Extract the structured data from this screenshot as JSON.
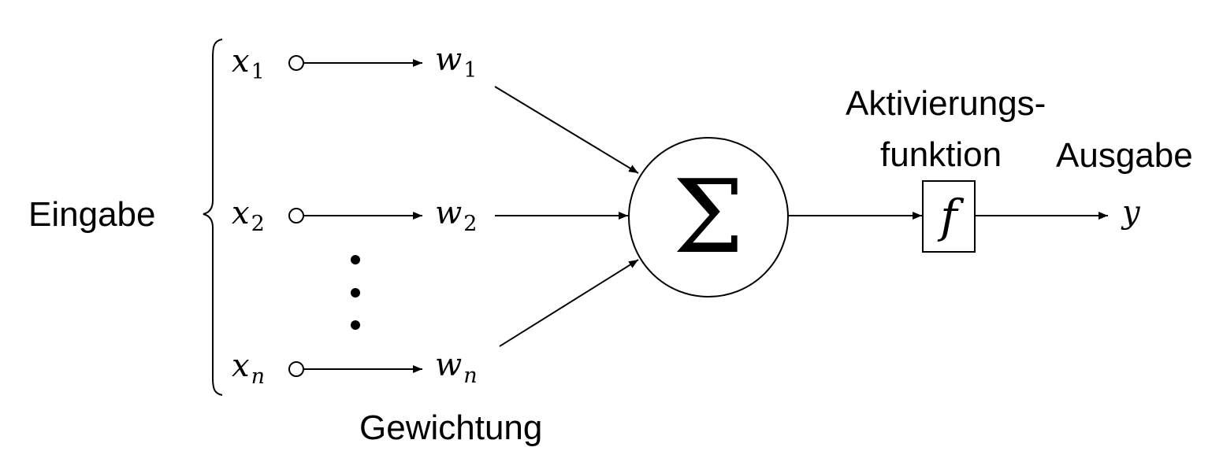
{
  "labels": {
    "input": "Eingabe",
    "weighting": "Gewichtung",
    "activation_line1": "Aktivierungs-",
    "activation_line2": "funktion",
    "output": "Ausgabe"
  },
  "inputs": [
    {
      "symbol": "x",
      "index": "1"
    },
    {
      "symbol": "x",
      "index": "2"
    },
    {
      "symbol": "x",
      "index": "n"
    }
  ],
  "weights": [
    {
      "symbol": "w",
      "index": "1"
    },
    {
      "symbol": "w",
      "index": "2"
    },
    {
      "symbol": "w",
      "index": "n"
    }
  ],
  "sum_symbol": "Σ",
  "activation_symbol": "f",
  "output_symbol": "y"
}
